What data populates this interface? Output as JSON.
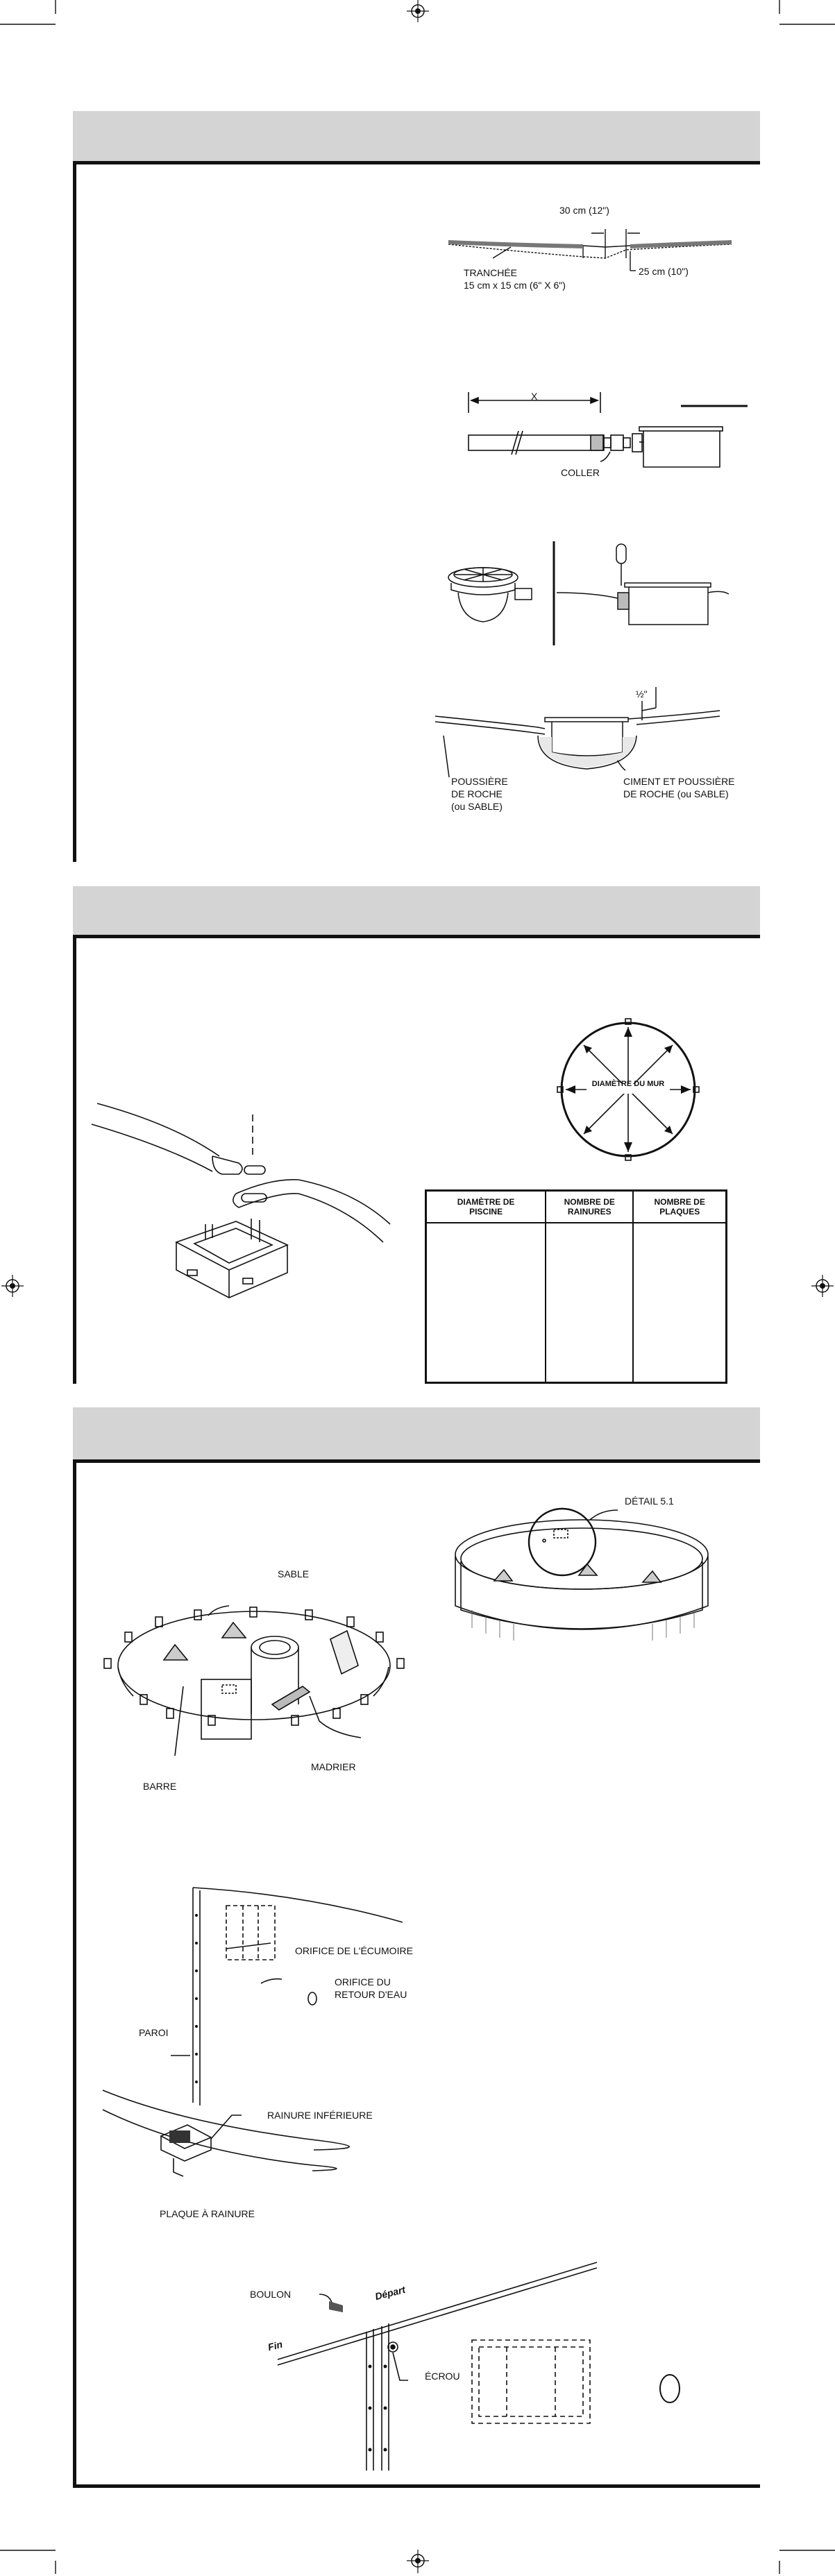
{
  "sec1": {
    "trench_width": "30 cm (12\")",
    "trench_label": "TRANCHÉE",
    "trench_size": "15 cm x 15 cm (6\" X 6\")",
    "trench_depth": "25 cm (10\")",
    "pipe_x": "X",
    "coller": "COLLER",
    "half_inch": "½\"",
    "rock_dust_lines": [
      "POUSSIÈRE",
      "DE ROCHE",
      "(ou SABLE)"
    ],
    "cement_lines": [
      "CIMENT ET POUSSIÈRE",
      "DE ROCHE (ou SABLE)"
    ]
  },
  "sec2": {
    "diameter_label": "DIAMÈTRE DU MUR",
    "table_headers": [
      [
        "DIAMÈTRE DE",
        "PISCINE"
      ],
      [
        "NOMBRE DE",
        "RAINURES"
      ],
      [
        "NOMBRE DE",
        "PLAQUES"
      ]
    ]
  },
  "sec3": {
    "detail": "DÉTAIL 5.1",
    "sable": "SABLE",
    "barre": "BARRE",
    "madrier": "MADRIER",
    "skimmer_hole": "ORIFICE DE L'ÉCUMOIRE",
    "return_lines": [
      "ORIFICE DU",
      "RETOUR D'EAU"
    ],
    "paroi": "PAROI",
    "bottom_track": "RAINURE INFÉRIEURE",
    "track_plate": "PLAQUE À RAINURE",
    "boulon": "BOULON",
    "depart": "Départ",
    "fin": "Fin",
    "ecrou": "ÉCROU"
  }
}
